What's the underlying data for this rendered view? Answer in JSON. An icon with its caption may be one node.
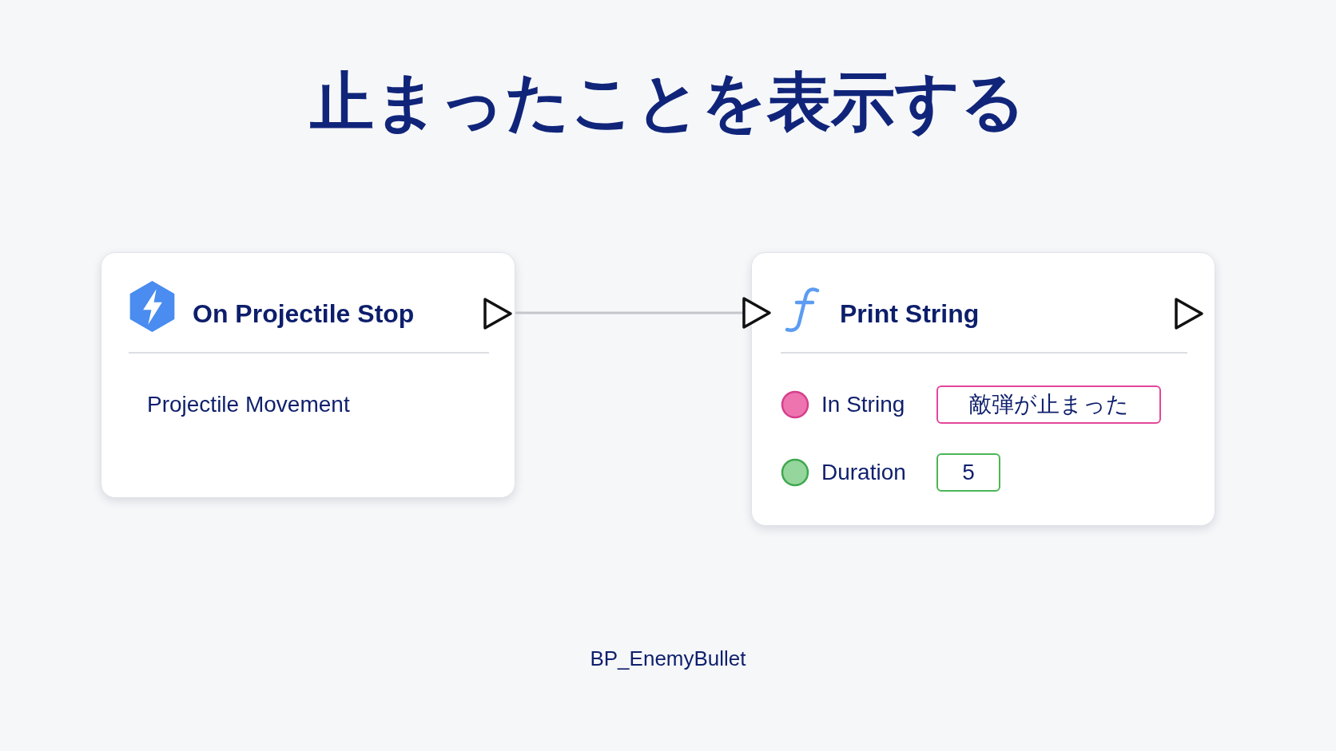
{
  "diagram": {
    "title": "止まったことを表示する",
    "nodes": [
      {
        "text": [
          "On Projectile Stop",
          "Projectile Movement"
        ]
      },
      {
        "text": [
          "Print String",
          "In String",
          "Duration"
        ]
      },
      {
        "text": [
          "敵弾が止まった"
        ],
        "in": 1
      },
      {
        "text": [
          "5"
        ],
        "in": 1
      }
    ],
    "edges": [
      {
        "from": 0,
        "to": 1,
        "arrow": "to"
      }
    ],
    "caption": "BP_EnemyBullet"
  }
}
